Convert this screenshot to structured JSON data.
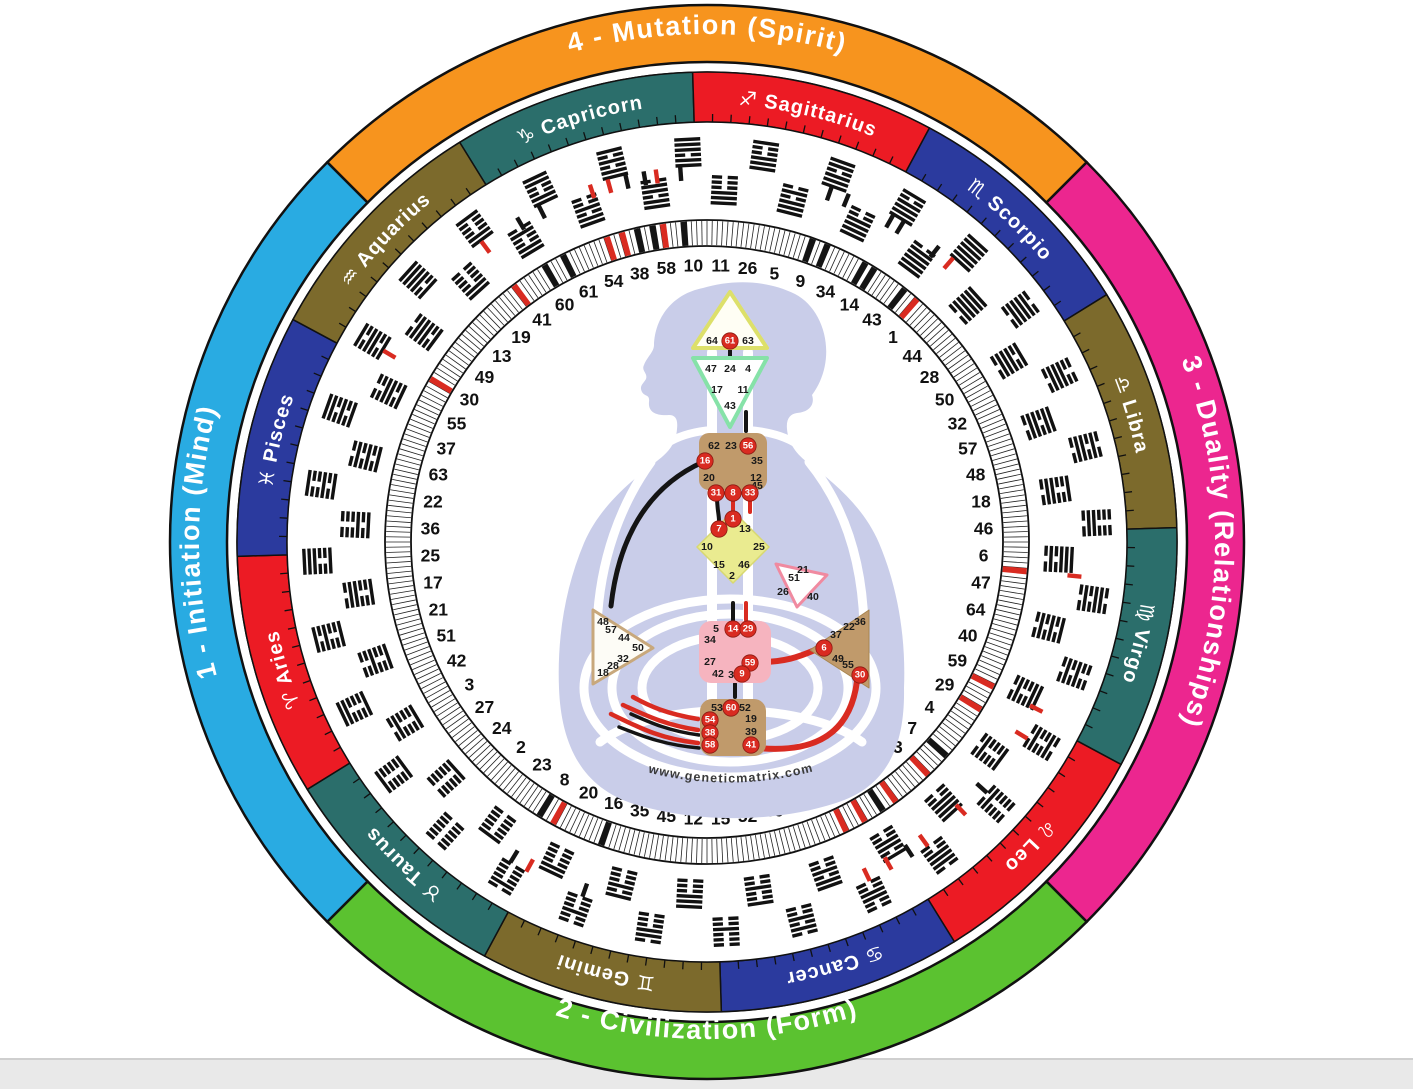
{
  "watermark": "www.geneticmatrix.com",
  "colors": {
    "quarter_orange": "#F7941E",
    "quarter_magenta": "#EC268F",
    "quarter_green": "#5BC230",
    "quarter_blue": "#29ABE2",
    "sign_teal": "#2B6E6B",
    "sign_red": "#EC1B24",
    "sign_royal": "#2B3A9E",
    "sign_olive": "#7C6A2C",
    "wedge_tan": "#CDAF88",
    "wedge_pink": "#F8BCC6",
    "wedge_yellow": "#EDEF9E",
    "activation_red": "#D92B21",
    "activation_black": "#141414",
    "glyph_grey": "#9FA3AD",
    "glyph_pink": "#F2A2AC",
    "body": "#C9CDE9",
    "center_tan": "#C09A6B",
    "center_yellow": "#EAEB90",
    "center_pink": "#F6B4BF"
  },
  "quarters": [
    {
      "label": "4 - Mutation (Spirit)",
      "color": "#F7941E",
      "start": -45,
      "end": 45,
      "flip": false
    },
    {
      "label": "3 - Duality (Relationships)",
      "color": "#EC268F",
      "start": 45,
      "end": 135,
      "flip": false
    },
    {
      "label": "2 - Civilization (Form)",
      "color": "#5BC230",
      "start": 135,
      "end": 225,
      "flip": true
    },
    {
      "label": "1 - Initiation (Mind)",
      "color": "#29ABE2",
      "start": 225,
      "end": 315,
      "flip": false
    }
  ],
  "zodiac": [
    {
      "name": "Capricorn",
      "glyph": "♑",
      "color": "#2B6E6B",
      "start": -31.75,
      "end": -1.75
    },
    {
      "name": "Sagittarius",
      "glyph": "♐",
      "color": "#EC1B24",
      "start": -1.75,
      "end": 28.25
    },
    {
      "name": "Scorpio",
      "glyph": "♏",
      "color": "#2B3A9E",
      "start": 28.25,
      "end": 58.25
    },
    {
      "name": "Libra",
      "glyph": "♎",
      "color": "#7C6A2C",
      "start": 58.25,
      "end": 88.25
    },
    {
      "name": "Virgo",
      "glyph": "♍",
      "color": "#2B6E6B",
      "start": 88.25,
      "end": 118.25
    },
    {
      "name": "Leo",
      "glyph": "♌",
      "color": "#EC1B24",
      "start": 118.25,
      "end": 148.25
    },
    {
      "name": "Cancer",
      "glyph": "♋",
      "color": "#2B3A9E",
      "start": 148.25,
      "end": 178.25
    },
    {
      "name": "Gemini",
      "glyph": "♊",
      "color": "#7C6A2C",
      "start": 178.25,
      "end": 208.25
    },
    {
      "name": "Taurus",
      "glyph": "♉",
      "color": "#2B6E6B",
      "start": 208.25,
      "end": 238.25
    },
    {
      "name": "Aries",
      "glyph": "♈",
      "color": "#EC1B24",
      "start": 238.25,
      "end": 268.25
    },
    {
      "name": "Pisces",
      "glyph": "♓",
      "color": "#2B3A9E",
      "start": 268.25,
      "end": 298.25
    },
    {
      "name": "Aquarius",
      "glyph": "♒",
      "color": "#7C6A2C",
      "start": 298.25,
      "end": 328.25
    }
  ],
  "gates": [
    {
      "n": 11,
      "hx": "111000",
      "w": "",
      "g": [],
      "m": []
    },
    {
      "n": 26,
      "hx": "111001",
      "w": "",
      "g": [],
      "m": []
    },
    {
      "n": 5,
      "hx": "111010",
      "w": "",
      "g": [],
      "m": []
    },
    {
      "n": 9,
      "hx": "111011",
      "w": "pink",
      "g": [
        {
          "s": "☽",
          "c": "black",
          "name": "moon"
        },
        {
          "s": "☿",
          "c": "black",
          "name": "mercury"
        }
      ],
      "m": [
        [
          2,
          "black"
        ],
        [
          5,
          "black"
        ]
      ]
    },
    {
      "n": 34,
      "hx": "111100",
      "w": "",
      "g": [],
      "m": []
    },
    {
      "n": 14,
      "hx": "111101",
      "w": "pink",
      "g": [
        {
          "s": "☉",
          "c": "black",
          "name": "sun"
        },
        {
          "s": "♀",
          "c": "black",
          "name": "venus"
        }
      ],
      "m": [
        [
          1,
          "black"
        ],
        [
          3,
          "black"
        ]
      ]
    },
    {
      "n": 43,
      "hx": "111110",
      "w": "yellow",
      "g": [
        {
          "s": "♇",
          "c": "black",
          "name": "pluto"
        }
      ],
      "m": [
        [
          4,
          "black"
        ]
      ]
    },
    {
      "n": 1,
      "hx": "111111",
      "w": "yellow",
      "g": [
        {
          "s": "♇",
          "c": "red",
          "name": "pluto"
        }
      ],
      "m": [
        [
          1,
          "red"
        ]
      ]
    },
    {
      "n": 44,
      "hx": "011111",
      "w": "",
      "g": [],
      "m": []
    },
    {
      "n": 28,
      "hx": "011110",
      "w": "",
      "g": [],
      "m": []
    },
    {
      "n": 50,
      "hx": "011101",
      "w": "",
      "g": [],
      "m": []
    },
    {
      "n": 32,
      "hx": "011100",
      "w": "",
      "g": [],
      "m": []
    },
    {
      "n": 57,
      "hx": "011011",
      "w": "",
      "g": [],
      "m": []
    },
    {
      "n": 48,
      "hx": "011010",
      "w": "",
      "g": [],
      "m": []
    },
    {
      "n": 18,
      "hx": "011001",
      "w": "",
      "g": [],
      "m": []
    },
    {
      "n": 46,
      "hx": "011000",
      "w": "",
      "g": [],
      "m": []
    },
    {
      "n": 6,
      "hx": "010111",
      "w": "tan",
      "g": [
        {
          "s": "⚹",
          "c": "red",
          "name": "star-point"
        }
      ],
      "m": [
        [
          5,
          "red"
        ]
      ]
    },
    {
      "n": 47,
      "hx": "010110",
      "w": "",
      "g": [],
      "m": []
    },
    {
      "n": 64,
      "hx": "010101",
      "w": "",
      "g": [],
      "m": []
    },
    {
      "n": 40,
      "hx": "010100",
      "w": "",
      "g": [],
      "m": []
    },
    {
      "n": 59,
      "hx": "010011",
      "w": "pink",
      "g": [
        {
          "s": "☽",
          "c": "red",
          "name": "moon"
        }
      ],
      "m": [
        [
          4,
          "red"
        ]
      ]
    },
    {
      "n": 29,
      "hx": "010010",
      "w": "pink",
      "g": [
        {
          "s": "☉",
          "c": "red",
          "name": "sun"
        }
      ],
      "m": [
        [
          3,
          "red"
        ]
      ]
    },
    {
      "n": 4,
      "hx": "010001",
      "w": "yellow",
      "g": [],
      "m": []
    },
    {
      "n": 7,
      "hx": "010000",
      "w": "yellow",
      "g": [
        {
          "s": "♃",
          "c": "black",
          "name": "jupiter"
        }
      ],
      "m": [
        [
          2,
          "black"
        ]
      ]
    },
    {
      "n": 33,
      "hx": "001111",
      "w": "tan",
      "g": [
        {
          "s": "☿",
          "c": "red",
          "name": "mercury"
        }
      ],
      "m": [
        [
          1,
          "red"
        ]
      ]
    },
    {
      "n": 31,
      "hx": "001110",
      "w": "tan",
      "g": [
        {
          "s": "☋",
          "c": "red",
          "name": "south-node"
        }
      ],
      "m": [
        [
          3,
          "red"
        ]
      ]
    },
    {
      "n": 56,
      "hx": "001101",
      "w": "tan",
      "g": [
        {
          "s": "☋",
          "c": "black",
          "name": "south-node"
        },
        {
          "s": "♃",
          "c": "red",
          "name": "jupiter"
        }
      ],
      "m": [
        [
          0,
          "black"
        ],
        [
          4,
          "red"
        ]
      ]
    },
    {
      "n": 62,
      "hx": "001100",
      "w": "",
      "g": [
        {
          "s": "♀",
          "c": "pink",
          "name": "venus-outline"
        }
      ],
      "m": [
        [
          2,
          "red"
        ]
      ]
    },
    {
      "n": 53,
      "hx": "001011",
      "w": "",
      "g": [],
      "m": []
    },
    {
      "n": 39,
      "hx": "001010",
      "w": "",
      "g": [],
      "m": []
    },
    {
      "n": 52,
      "hx": "001001",
      "w": "",
      "g": [],
      "m": []
    },
    {
      "n": 15,
      "hx": "001000",
      "w": "",
      "g": [],
      "m": []
    },
    {
      "n": 12,
      "hx": "000111",
      "w": "",
      "g": [],
      "m": []
    },
    {
      "n": 45,
      "hx": "000110",
      "w": "",
      "g": [],
      "m": []
    },
    {
      "n": 35,
      "hx": "000101",
      "w": "",
      "g": [],
      "m": []
    },
    {
      "n": 16,
      "hx": "000100",
      "w": "tan",
      "g": [
        {
          "s": "♂",
          "c": "black",
          "name": "mars"
        }
      ],
      "m": [
        [
          2,
          "black"
        ]
      ]
    },
    {
      "n": 20,
      "hx": "000011",
      "w": "",
      "g": [],
      "m": []
    },
    {
      "n": 8,
      "hx": "000010",
      "w": "tan",
      "g": [
        {
          "s": "⊕",
          "c": "black",
          "name": "earth"
        },
        {
          "s": "♂",
          "c": "red",
          "name": "mars"
        }
      ],
      "m": [
        [
          0,
          "red"
        ],
        [
          3,
          "black"
        ]
      ]
    },
    {
      "n": 23,
      "hx": "000001",
      "w": "",
      "g": [],
      "m": []
    },
    {
      "n": 2,
      "hx": "000000",
      "w": "",
      "g": [],
      "m": []
    },
    {
      "n": 24,
      "hx": "100000",
      "w": "",
      "g": [],
      "m": []
    },
    {
      "n": 27,
      "hx": "100001",
      "w": "",
      "g": [],
      "m": []
    },
    {
      "n": 3,
      "hx": "100010",
      "w": "",
      "g": [],
      "m": []
    },
    {
      "n": 42,
      "hx": "100011",
      "w": "",
      "g": [],
      "m": []
    },
    {
      "n": 51,
      "hx": "100100",
      "w": "",
      "g": [],
      "m": []
    },
    {
      "n": 21,
      "hx": "100101",
      "w": "",
      "g": [],
      "m": []
    },
    {
      "n": 17,
      "hx": "100110",
      "w": "",
      "g": [],
      "m": []
    },
    {
      "n": 25,
      "hx": "100111",
      "w": "",
      "g": [],
      "m": []
    },
    {
      "n": 36,
      "hx": "101000",
      "w": "",
      "g": [],
      "m": []
    },
    {
      "n": 22,
      "hx": "101001",
      "w": "",
      "g": [],
      "m": []
    },
    {
      "n": 63,
      "hx": "101010",
      "w": "",
      "g": [],
      "m": []
    },
    {
      "n": 37,
      "hx": "101011",
      "w": "",
      "g": [],
      "m": []
    },
    {
      "n": 55,
      "hx": "101100",
      "w": "",
      "g": [],
      "m": []
    },
    {
      "n": 30,
      "hx": "101101",
      "w": "tan",
      "g": [
        {
          "s": "⊕",
          "c": "red",
          "name": "earth"
        }
      ],
      "m": [
        [
          2,
          "red"
        ]
      ]
    },
    {
      "n": 49,
      "hx": "101110",
      "w": "",
      "g": [],
      "m": []
    },
    {
      "n": 13,
      "hx": "101111",
      "w": "",
      "g": [],
      "m": []
    },
    {
      "n": 19,
      "hx": "110000",
      "w": "",
      "g": [],
      "m": []
    },
    {
      "n": 41,
      "hx": "110001",
      "w": "tan",
      "g": [
        {
          "s": "☊",
          "c": "red",
          "name": "north-node"
        }
      ],
      "m": [
        [
          2,
          "red"
        ]
      ]
    },
    {
      "n": 60,
      "hx": "110010",
      "w": "tan",
      "g": [
        {
          "s": "☊",
          "c": "black",
          "name": "north-node"
        }
      ],
      "m": [
        [
          3,
          "black"
        ]
      ]
    },
    {
      "n": 61,
      "hx": "110011",
      "w": "",
      "g": [
        {
          "s": "⚷",
          "c": "grey",
          "name": "chiron-outline"
        }
      ],
      "m": [
        [
          1,
          "black"
        ]
      ]
    },
    {
      "n": 54,
      "hx": "110100",
      "w": "tan",
      "g": [
        {
          "s": "♄",
          "c": "red",
          "name": "saturn"
        }
      ],
      "m": [
        [
          4,
          "red"
        ]
      ]
    },
    {
      "n": 38,
      "hx": "110101",
      "w": "tan",
      "g": [
        {
          "s": "♆",
          "c": "red",
          "name": "neptune"
        },
        {
          "s": "♆",
          "c": "black",
          "name": "neptune"
        }
      ],
      "m": [
        [
          1,
          "red"
        ],
        [
          4,
          "black"
        ]
      ]
    },
    {
      "n": 58,
      "hx": "110110",
      "w": "tan",
      "g": [
        {
          "s": "♅",
          "c": "red",
          "name": "uranus"
        },
        {
          "s": "♅",
          "c": "black",
          "name": "uranus"
        }
      ],
      "m": [
        [
          1,
          "black"
        ],
        [
          3,
          "red"
        ]
      ]
    },
    {
      "n": 10,
      "hx": "110111",
      "w": "",
      "g": [],
      "m": [
        [
          1,
          "black"
        ]
      ]
    }
  ],
  "bodygraph": {
    "active": [
      61,
      56,
      16,
      31,
      8,
      33,
      1,
      7,
      14,
      29,
      9,
      59,
      6,
      30,
      60,
      54,
      38,
      58,
      41
    ],
    "centers": [
      {
        "name": "head",
        "gates": [
          64,
          61,
          63
        ]
      },
      {
        "name": "ajna",
        "gates": [
          47,
          24,
          4,
          17,
          11,
          43
        ]
      },
      {
        "name": "throat",
        "gates": [
          62,
          23,
          56,
          16,
          35,
          20,
          12,
          45,
          31,
          8,
          33
        ]
      },
      {
        "name": "g",
        "gates": [
          1,
          7,
          13,
          10,
          25,
          15,
          46,
          2
        ]
      },
      {
        "name": "heart",
        "gates": [
          21,
          51,
          26,
          40
        ]
      },
      {
        "name": "spleen",
        "gates": [
          48,
          57,
          44,
          50,
          32,
          28,
          18
        ]
      },
      {
        "name": "solar",
        "gates": [
          36,
          22,
          37,
          6,
          49,
          55,
          30
        ]
      },
      {
        "name": "sacral",
        "gates": [
          5,
          14,
          29,
          34,
          27,
          59,
          42,
          3,
          9
        ]
      },
      {
        "name": "root",
        "gates": [
          53,
          60,
          52,
          54,
          19,
          38,
          39,
          58,
          41
        ]
      }
    ],
    "channels": [
      {
        "id": "61-24",
        "color": "black"
      },
      {
        "id": "11-56",
        "color": "black"
      },
      {
        "id": "48-16",
        "color": "black"
      },
      {
        "id": "31-7",
        "color": "black"
      },
      {
        "id": "8-1",
        "color": "red"
      },
      {
        "id": "33-13",
        "color": "red"
      },
      {
        "id": "2-14",
        "color": "black"
      },
      {
        "id": "2-29",
        "color": "red"
      },
      {
        "id": "52-9",
        "color": "black"
      },
      {
        "id": "6-59",
        "color": "red"
      },
      {
        "id": "30-41",
        "color": "red"
      },
      {
        "id": "32-54",
        "color": "red"
      },
      {
        "id": "28-38r",
        "color": "red"
      },
      {
        "id": "28-38b",
        "color": "black"
      },
      {
        "id": "18-58r",
        "color": "red"
      },
      {
        "id": "18-58b",
        "color": "black"
      }
    ]
  }
}
